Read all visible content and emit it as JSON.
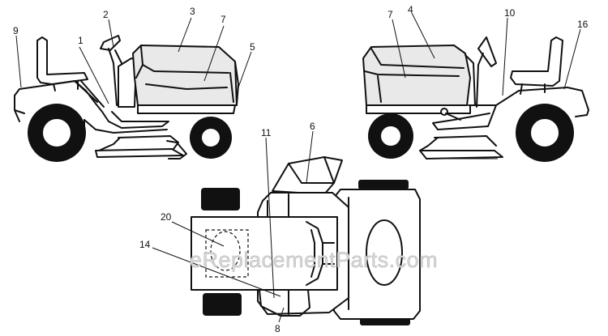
{
  "watermark": "eReplacementParts.com",
  "callouts": {
    "c1": "1",
    "c2": "2",
    "c3": "3",
    "c4": "4",
    "c5": "5",
    "c6": "6",
    "c7a": "7",
    "c7b": "7",
    "c8": "8",
    "c9": "9",
    "c10": "10",
    "c11": "11",
    "c14": "14",
    "c16": "16",
    "c20": "20"
  }
}
